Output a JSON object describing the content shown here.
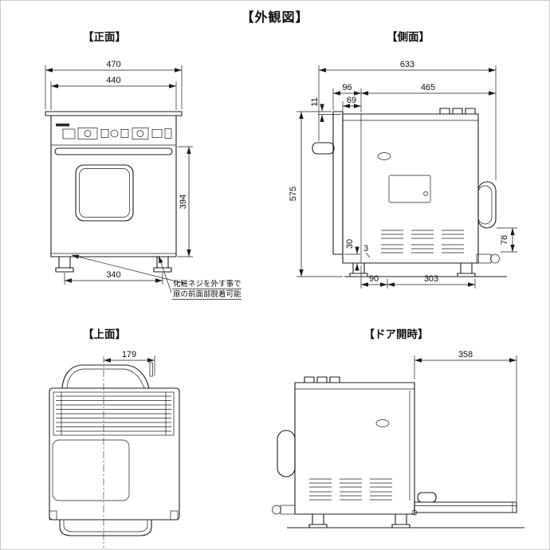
{
  "title": "【外観図】",
  "front": {
    "label": "【正面】",
    "dims": {
      "w470": "470",
      "w440": "440",
      "h394": "394",
      "w340": "340"
    },
    "note1": "化粧ネジを外す事で",
    "note2": "扉の前面部脱着可能"
  },
  "side": {
    "label": "【側面】",
    "dims": {
      "d633": "633",
      "d96": "96",
      "d465": "465",
      "d69": "69",
      "d11": "11",
      "d575": "575",
      "d30": "30",
      "d3": "3",
      "d78": "78",
      "d90": "90",
      "d303": "303"
    }
  },
  "top": {
    "label": "【上面】",
    "dims": {
      "d179": "179"
    }
  },
  "door_open": {
    "label": "【ドア開時】",
    "dims": {
      "d358": "358"
    }
  }
}
